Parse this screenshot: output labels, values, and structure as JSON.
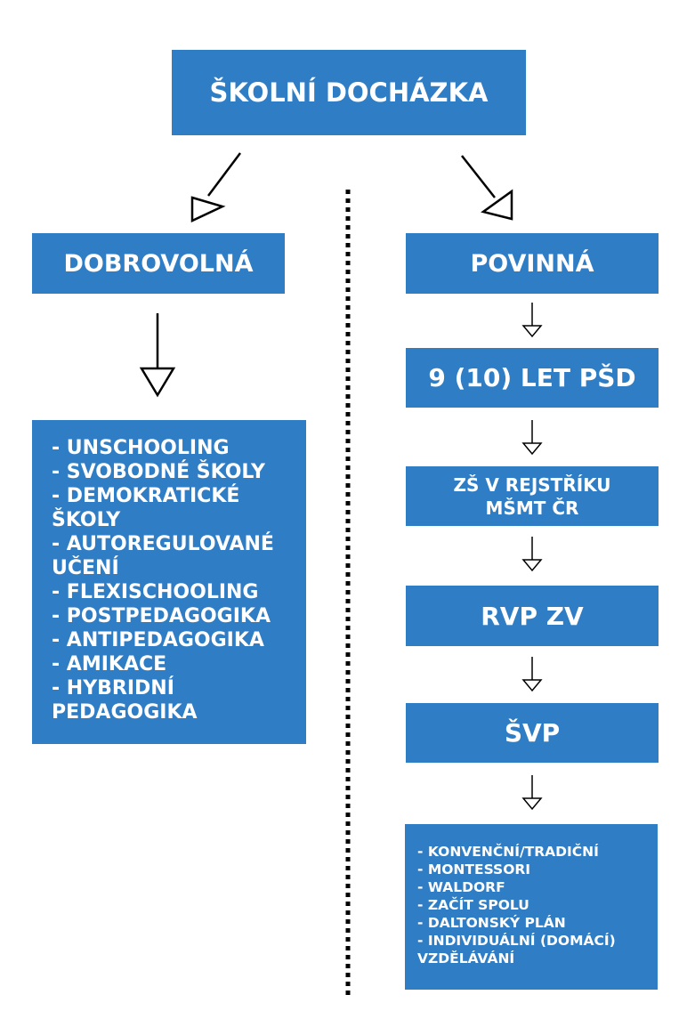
{
  "root": {
    "label": "ŠKOLNÍ DOCHÁZKA"
  },
  "left": {
    "title": "DOBROVOLNÁ",
    "items": [
      "- UNSCHOOLING",
      "- SVOBODNÉ ŠKOLY",
      "- DEMOKRATICKÉ",
      "ŠKOLY",
      "- AUTOREGULOVANÉ",
      "UČENÍ",
      "- FLEXISCHOOLING",
      "- POSTPEDAGOGIKA",
      "- ANTIPEDAGOGIKA",
      "- AMIKACE",
      "- HYBRIDNÍ",
      "PEDAGOGIKA"
    ]
  },
  "right": {
    "title": "POVINNÁ",
    "steps": {
      "s1": "9 (10) LET PŠD",
      "s2_line1": "ZŠ V REJSTŘÍKU",
      "s2_line2": "MŠMT ČR",
      "s3": "RVP ZV",
      "s4": "ŠVP"
    },
    "items": [
      "- KONVENČNÍ/TRADIČNÍ",
      "- MONTESSORI",
      "- WALDORF",
      "- ZAČÍT SPOLU",
      "- DALTONSKÝ PLÁN",
      "- INDIVIDUÁLNÍ (DOMÁCÍ)",
      "VZDĚLÁVÁNÍ"
    ]
  },
  "colors": {
    "box_fill": "#2f7dc5",
    "box_text": "#ffffff",
    "arrow": "#000000"
  }
}
